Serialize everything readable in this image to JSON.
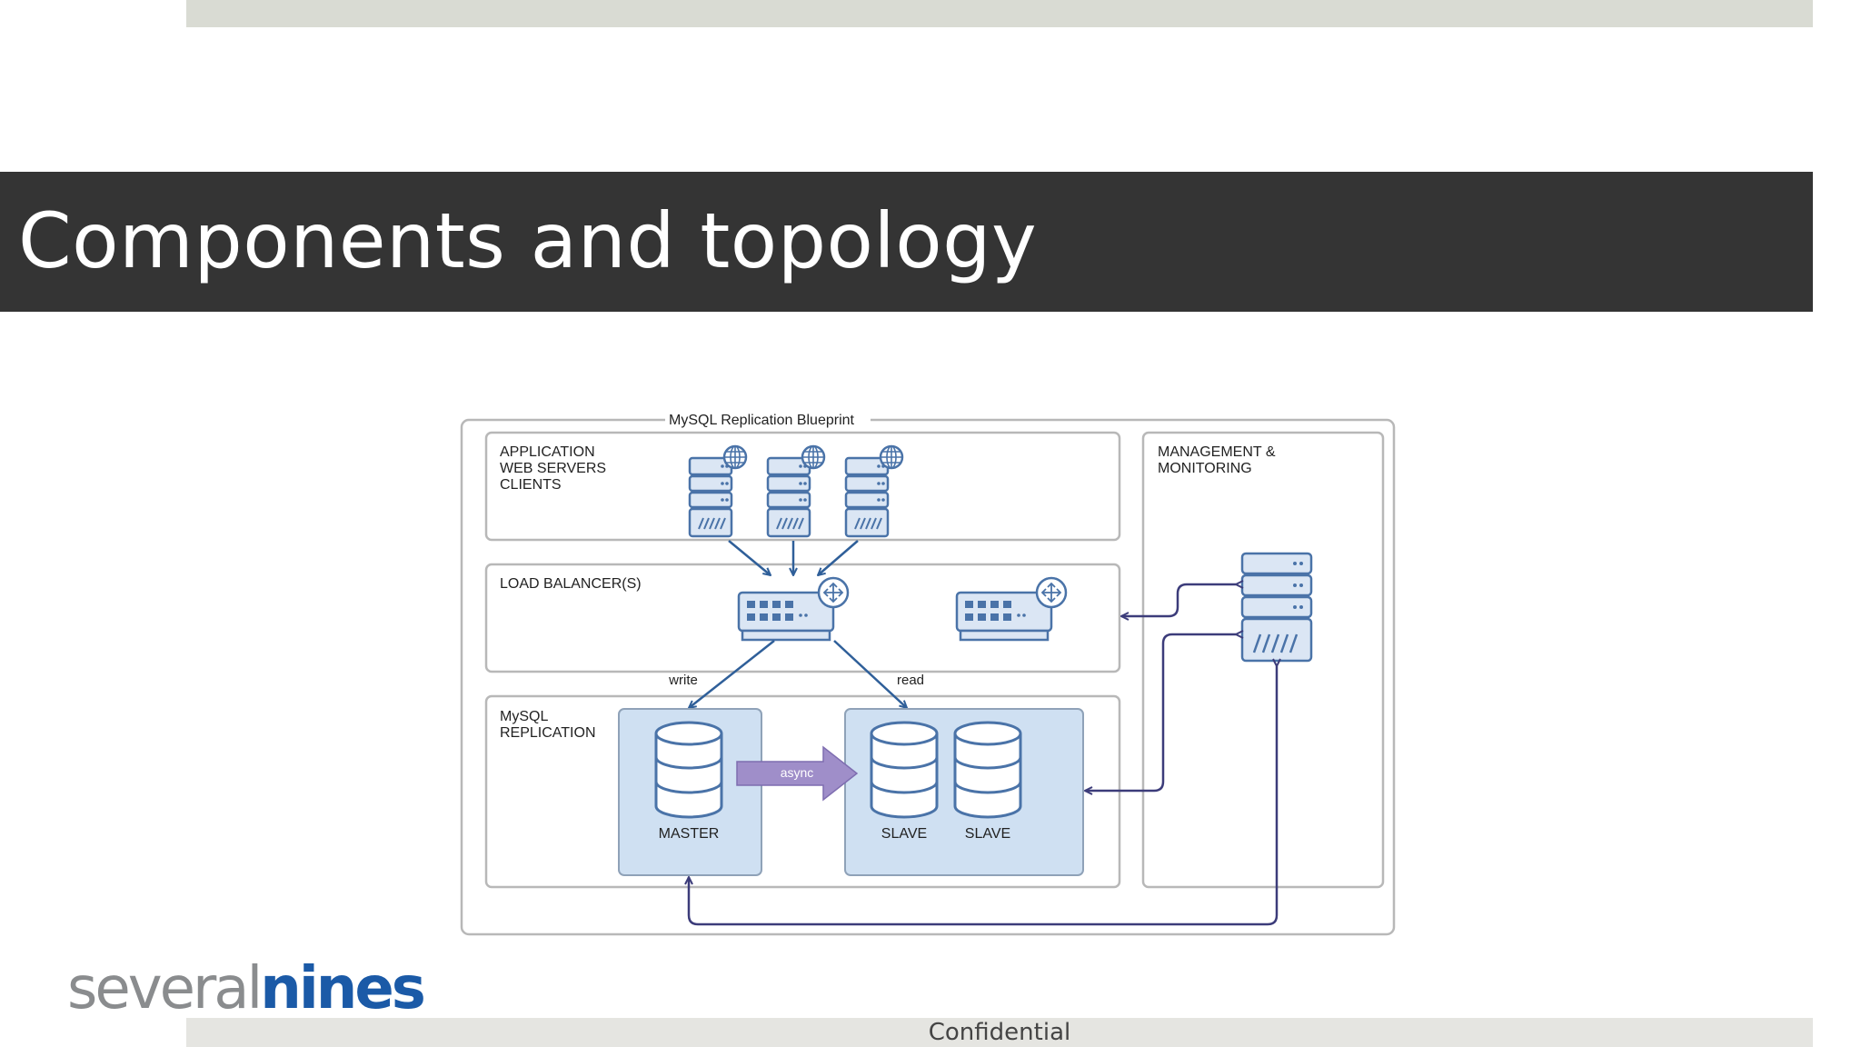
{
  "slide": {
    "title": "Components and topology",
    "footer": "Confidential"
  },
  "logo": {
    "part1": "several",
    "part2": "nines"
  },
  "diagram": {
    "title": "MySQL Replication Blueprint",
    "sections": {
      "app": [
        "APPLICATION",
        "WEB SERVERS",
        "CLIENTS"
      ],
      "lb": [
        "LOAD BALANCER(S)"
      ],
      "repl": [
        "MySQL",
        "REPLICATION"
      ],
      "mgmt": [
        "MANAGEMENT &",
        "MONITORING"
      ]
    },
    "labels": {
      "write": "write",
      "read": "read",
      "async": "async",
      "master": "MASTER",
      "slave1": "SLAVE",
      "slave2": "SLAVE"
    },
    "colors": {
      "icon_fill": "#dbe6f4",
      "icon_stroke": "#4a73a8",
      "cluster_fill": "#cfe0f2",
      "async_arrow": "#9f8ec9",
      "link_arrow": "#3c3c7a",
      "flow_arrow": "#2f5f99"
    },
    "icons": [
      "globe-icon",
      "server-icon",
      "switch-icon",
      "database-icon"
    ]
  }
}
